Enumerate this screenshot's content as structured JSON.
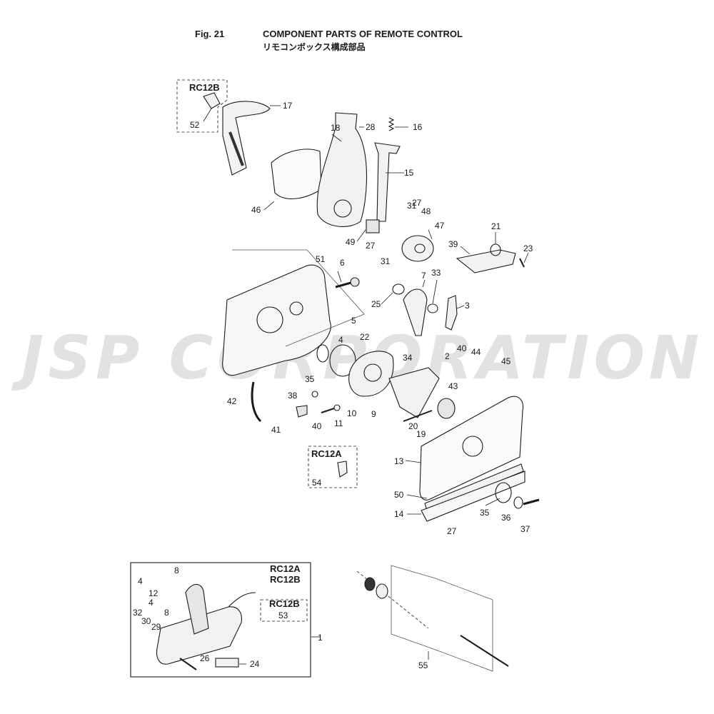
{
  "header": {
    "fig_label": "Fig. 21",
    "title_en": "COMPONENT PARTS OF REMOTE CONTROL",
    "title_ja": "リモコンボックス構成部品"
  },
  "watermark": "JSP CORPORATION",
  "variants": {
    "rc12b_top": "RC12B",
    "rc12a_mid": "RC12A",
    "inset_line1": "RC12A",
    "inset_line2": "RC12B",
    "inset_sub": "RC12B"
  },
  "callouts": [
    "1",
    "2",
    "3",
    "4",
    "5",
    "6",
    "7",
    "8",
    "9",
    "10",
    "11",
    "12",
    "13",
    "14",
    "15",
    "16",
    "17",
    "18",
    "19",
    "20",
    "21",
    "22",
    "23",
    "24",
    "25",
    "26",
    "27",
    "28",
    "29",
    "30",
    "31",
    "32",
    "33",
    "34",
    "35",
    "36",
    "37",
    "38",
    "39",
    "40",
    "41",
    "42",
    "43",
    "44",
    "45",
    "46",
    "47",
    "48",
    "49",
    "50",
    "51",
    "52",
    "53",
    "54",
    "55"
  ],
  "colors": {
    "line": "#1a1a1a",
    "dash": "#555555",
    "watermark": "#d9d9d9",
    "fill_light": "#f2f2f2",
    "fill_dark": "#333333"
  }
}
